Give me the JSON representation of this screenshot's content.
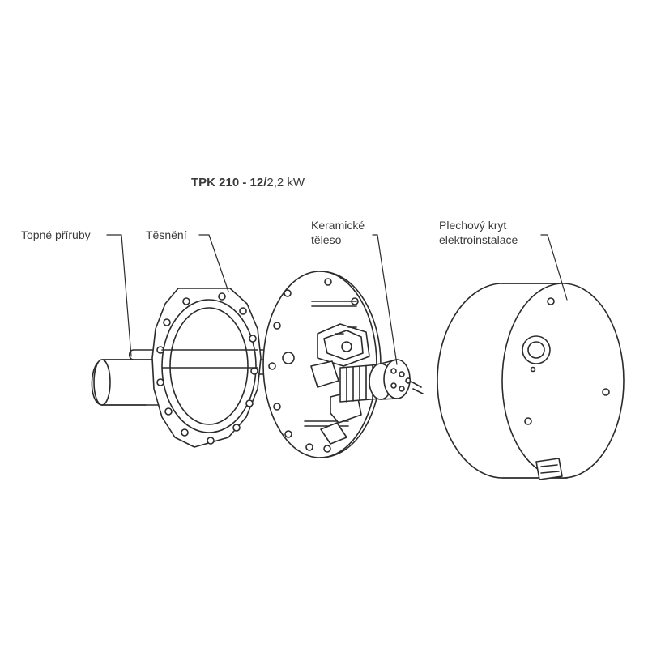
{
  "title": {
    "model": "TPK 210 - 12/",
    "power": "2,2 kW"
  },
  "labels": {
    "flanges": "Topné příruby",
    "gasket": "Těsnění",
    "ceramic_line1": "Keramické",
    "ceramic_line2": "těleso",
    "cover_line1": "Plechový kryt",
    "cover_line2": "elektroinstalace"
  },
  "colors": {
    "stroke": "#2b2b2b",
    "fill": "#ffffff",
    "text": "#3a3a3a"
  }
}
